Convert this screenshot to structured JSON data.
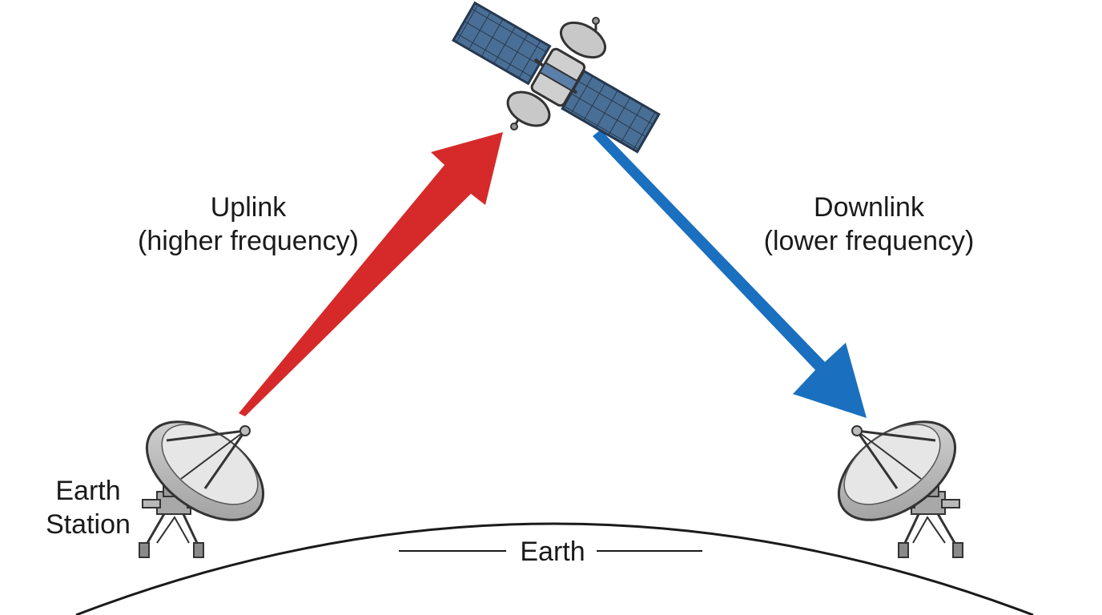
{
  "uplink": {
    "title": "Uplink",
    "subtitle": "(higher frequency)",
    "color": "#d62a2a"
  },
  "downlink": {
    "title": "Downlink",
    "subtitle": "(lower frequency)",
    "color": "#1a6fbf"
  },
  "earth_station": {
    "line1": "Earth",
    "line2": "Station"
  },
  "earth": {
    "label": "Earth"
  },
  "icons": [
    "satellite-icon",
    "dish-antenna-icon"
  ]
}
